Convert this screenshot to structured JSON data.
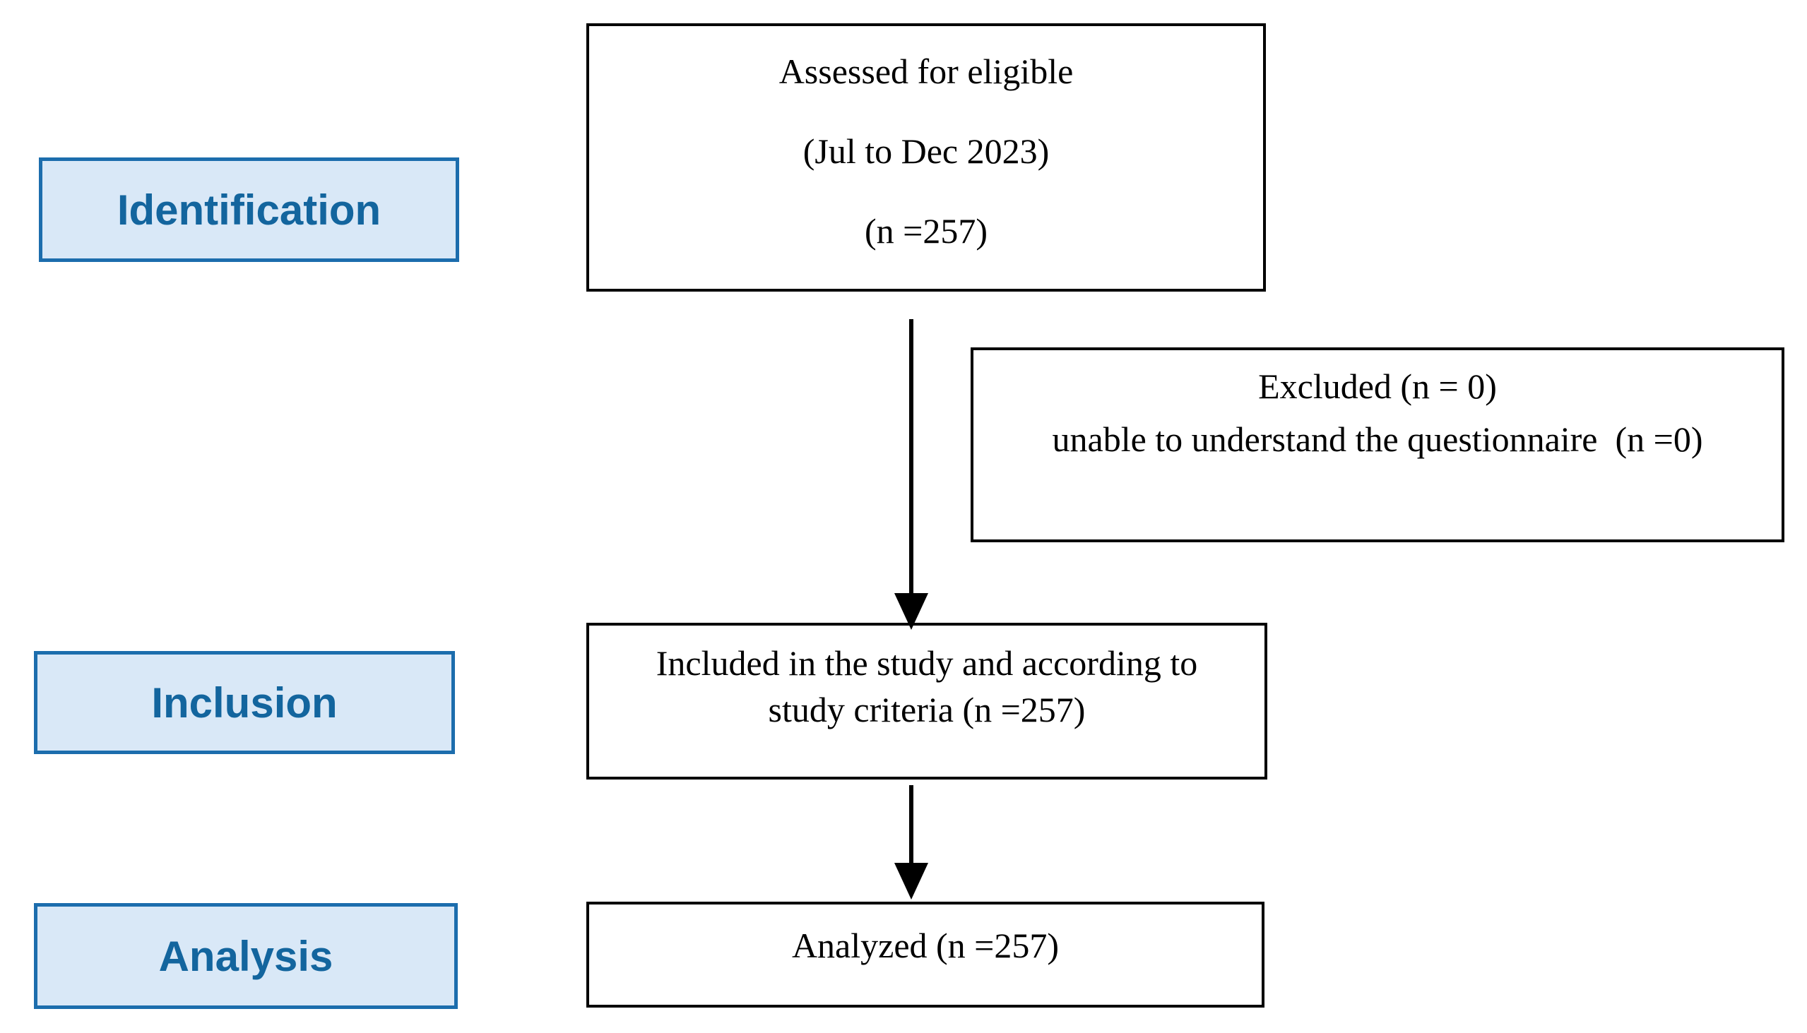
{
  "diagram": {
    "kind": "study-flow-diagram",
    "colors": {
      "background": "#ffffff",
      "stage_fill": "#d9e8f7",
      "stage_border": "#1c6dad",
      "stage_text": "#13659e",
      "flow_box_border": "#000000",
      "flow_box_text": "#000000",
      "arrow": "#000000"
    },
    "stages": [
      {
        "key": "identification",
        "label": "Identification"
      },
      {
        "key": "inclusion",
        "label": "Inclusion"
      },
      {
        "key": "analysis",
        "label": "Analysis"
      }
    ],
    "boxes": {
      "assessed": {
        "line1": "Assessed for eligible",
        "line2": "(Jul to Dec 2023)",
        "line3": "(n =257)",
        "n": 257,
        "period": "Jul to Dec 2023"
      },
      "excluded": {
        "line1": "Excluded (n = 0)",
        "line2": "unable to understand the questionnaire  (n =0)",
        "n_excluded": 0,
        "n_unable": 0
      },
      "included": {
        "line1": "Included in the study and according to",
        "line2": "study criteria (n =257)",
        "n": 257
      },
      "analyzed": {
        "line1": "Analyzed (n =257)",
        "n": 257
      }
    }
  }
}
